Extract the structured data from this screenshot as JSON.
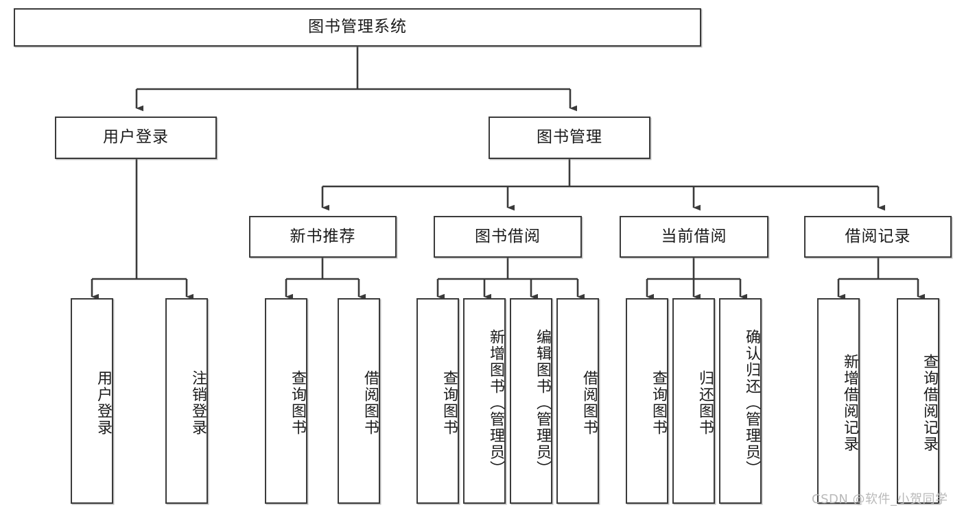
{
  "diagram": {
    "title": "图书管理系统",
    "type": "tree-hierarchy",
    "watermark": "CSDN @软件_小贺同学",
    "colors": {
      "box_border": "#3a3a3a",
      "box_fill": "#ffffff",
      "connector": "#3a3a3a",
      "text": "#1a1a1a",
      "watermark": "#b9b9b9"
    }
  },
  "root": {
    "label": "图书管理系统"
  },
  "level2": [
    {
      "label": "用户登录"
    },
    {
      "label": "图书管理"
    }
  ],
  "level3": [
    {
      "label": "新书推荐"
    },
    {
      "label": "图书借阅"
    },
    {
      "label": "当前借阅"
    },
    {
      "label": "借阅记录"
    }
  ],
  "leaves": {
    "user_login": [
      {
        "label": "用户登录"
      },
      {
        "label": "注销登录"
      }
    ],
    "new_book_recommend": [
      {
        "label": "查询图书"
      },
      {
        "label": "借阅图书"
      }
    ],
    "book_borrow": [
      {
        "label": "查询图书"
      },
      {
        "label": "新增图书（管理员）"
      },
      {
        "label": "编辑图书（管理员）"
      },
      {
        "label": "借阅图书"
      }
    ],
    "current_borrow": [
      {
        "label": "查询图书"
      },
      {
        "label": "归还图书"
      },
      {
        "label": "确认归还（管理员）"
      }
    ],
    "borrow_record": [
      {
        "label": "新增借阅记录"
      },
      {
        "label": "查询借阅记录"
      }
    ]
  }
}
